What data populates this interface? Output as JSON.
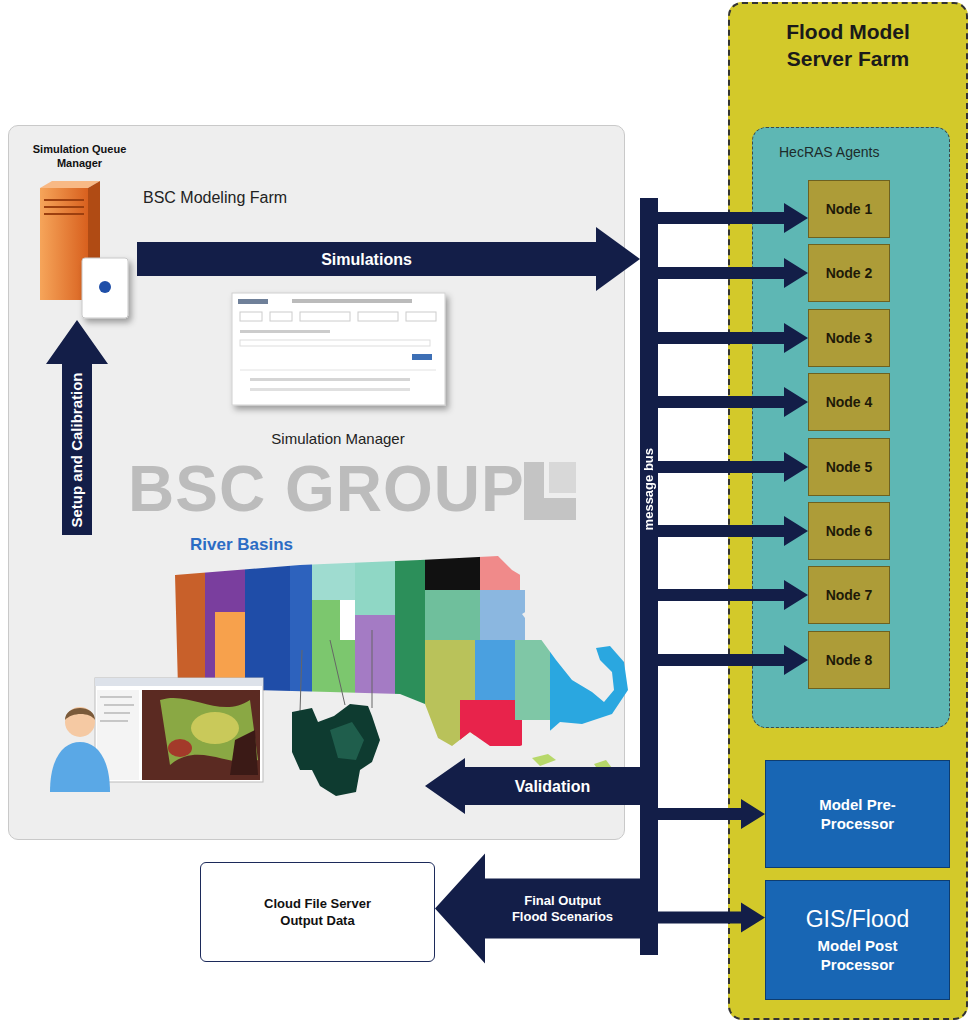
{
  "diagram": {
    "nodes": [
      {
        "text": [
          "BSC Modeling Farm"
        ]
      },
      {
        "text": [
          "Simulation Queue Manager"
        ],
        "in": 0
      },
      {
        "text": [
          "Simulation Manager"
        ],
        "in": 0
      },
      {
        "text": [
          "River Basins"
        ],
        "in": 0
      },
      {
        "text": [
          "Flood Model Server Farm"
        ]
      },
      {
        "text": [
          "HecRAS Agents"
        ],
        "in": 4
      },
      {
        "text": [
          "Node 1"
        ],
        "in": 5
      },
      {
        "text": [
          "Node 2"
        ],
        "in": 5
      },
      {
        "text": [
          "Node 3"
        ],
        "in": 5
      },
      {
        "text": [
          "Node 4"
        ],
        "in": 5
      },
      {
        "text": [
          "Node 5"
        ],
        "in": 5
      },
      {
        "text": [
          "Node 6"
        ],
        "in": 5
      },
      {
        "text": [
          "Node 7"
        ],
        "in": 5
      },
      {
        "text": [
          "Node 8"
        ],
        "in": 5
      },
      {
        "text": [
          "Model Pre-Processor"
        ],
        "in": 4
      },
      {
        "text": [
          "GIS/Flood",
          "Model Post Processor"
        ],
        "in": 4
      },
      {
        "text": [
          "message bus"
        ]
      },
      {
        "text": [
          "Cloud File Server Output Data"
        ]
      }
    ],
    "edges": [
      {
        "from": 1,
        "to": 16,
        "label": "Simulations",
        "arrow": "to"
      },
      {
        "from": 3,
        "to": 1,
        "label": "Setup and Calibration",
        "arrow": "to"
      },
      {
        "from": 16,
        "to": 6,
        "arrow": "to"
      },
      {
        "from": 16,
        "to": 7,
        "arrow": "to"
      },
      {
        "from": 16,
        "to": 8,
        "arrow": "to"
      },
      {
        "from": 16,
        "to": 9,
        "arrow": "to"
      },
      {
        "from": 16,
        "to": 10,
        "arrow": "to"
      },
      {
        "from": 16,
        "to": 11,
        "arrow": "to"
      },
      {
        "from": 16,
        "to": 12,
        "arrow": "to"
      },
      {
        "from": 16,
        "to": 13,
        "arrow": "to"
      },
      {
        "from": 16,
        "to": 14,
        "arrow": "to"
      },
      {
        "from": 16,
        "to": 15,
        "arrow": "to"
      },
      {
        "from": 16,
        "to": 3,
        "label": "Validation",
        "arrow": "to"
      },
      {
        "from": 16,
        "to": 17,
        "label": "Final Output Flood Scenarios",
        "arrow": "to"
      }
    ],
    "labels": [
      "BSC GROUP"
    ]
  }
}
